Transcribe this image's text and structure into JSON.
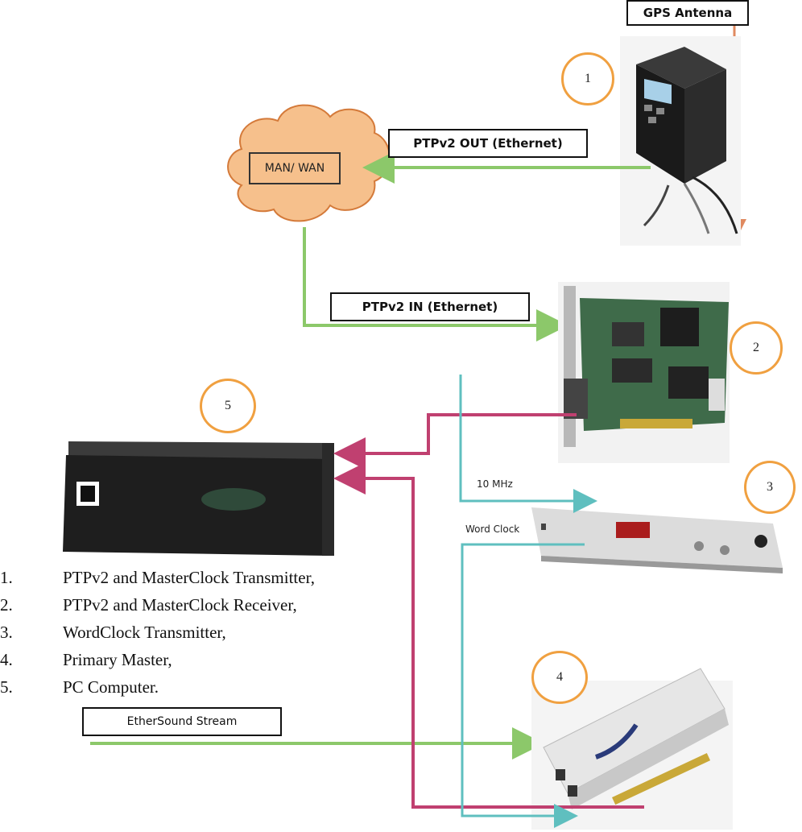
{
  "labels": {
    "gps_antenna": "GPS Antenna",
    "ptp_out": "PTPv2 OUT (Ethernet)",
    "man_wan": "MAN/ WAN",
    "ptp_in": "PTPv2 IN (Ethernet)",
    "ten_mhz": "10 MHz",
    "word_clock": "Word Clock",
    "ethersound": "EtherSound Stream"
  },
  "device_numbers": [
    "1",
    "2",
    "3",
    "4",
    "5"
  ],
  "legend": [
    {
      "num": "1.",
      "text": "PTPv2 and MasterClock Transmitter,"
    },
    {
      "num": "2.",
      "text": "PTPv2 and MasterClock Receiver,"
    },
    {
      "num": "3.",
      "text": "WordClock Transmitter,"
    },
    {
      "num": "4.",
      "text": "Primary Master,"
    },
    {
      "num": "5.",
      "text": "PC Computer."
    }
  ],
  "colors": {
    "ethernet_line": "#8cc86a",
    "red_line": "#c04070",
    "teal_line": "#5fbfbf",
    "gps_line": "#e08a60",
    "cloud_fill": "#f6c08c",
    "cloud_stroke": "#d47a3a",
    "number_ring": "#f0a040"
  }
}
